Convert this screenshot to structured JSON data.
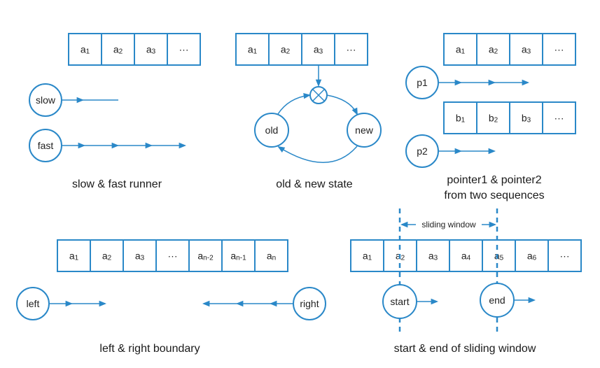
{
  "colors": {
    "accent": "#2a88c8",
    "text": "#222222"
  },
  "panels": {
    "slow_fast": {
      "cells": [
        [
          "a",
          "1"
        ],
        [
          "a",
          "2"
        ],
        [
          "a",
          "3"
        ],
        [
          "···",
          ""
        ]
      ],
      "nodes": {
        "slow": "slow",
        "fast": "fast"
      },
      "caption": "slow & fast runner"
    },
    "old_new": {
      "cells": [
        [
          "a",
          "1"
        ],
        [
          "a",
          "2"
        ],
        [
          "a",
          "3"
        ],
        [
          "···",
          ""
        ]
      ],
      "nodes": {
        "old": "old",
        "new": "new"
      },
      "caption": "old & new state"
    },
    "pointers": {
      "cells_a": [
        [
          "a",
          "1"
        ],
        [
          "a",
          "2"
        ],
        [
          "a",
          "3"
        ],
        [
          "···",
          ""
        ]
      ],
      "cells_b": [
        [
          "b",
          "1"
        ],
        [
          "b",
          "2"
        ],
        [
          "b",
          "3"
        ],
        [
          "···",
          ""
        ]
      ],
      "nodes": {
        "p1": "p1",
        "p2": "p2"
      },
      "caption_line1": "pointer1 & pointer2",
      "caption_line2": "from two sequences"
    },
    "left_right": {
      "cells": [
        [
          "a",
          "1"
        ],
        [
          "a",
          "2"
        ],
        [
          "a",
          "3"
        ],
        [
          "···",
          ""
        ],
        [
          "a",
          "n-2"
        ],
        [
          "a",
          "n-1"
        ],
        [
          "a",
          "n"
        ]
      ],
      "nodes": {
        "left": "left",
        "right": "right"
      },
      "caption": "left & right boundary"
    },
    "sliding": {
      "cells": [
        [
          "a",
          "1"
        ],
        [
          "a",
          "2"
        ],
        [
          "a",
          "3"
        ],
        [
          "a",
          "4"
        ],
        [
          "a",
          "5"
        ],
        [
          "a",
          "6"
        ],
        [
          "···",
          ""
        ]
      ],
      "window_label": "sliding window",
      "nodes": {
        "start": "start",
        "end": "end"
      },
      "caption": "start & end of sliding window"
    }
  }
}
